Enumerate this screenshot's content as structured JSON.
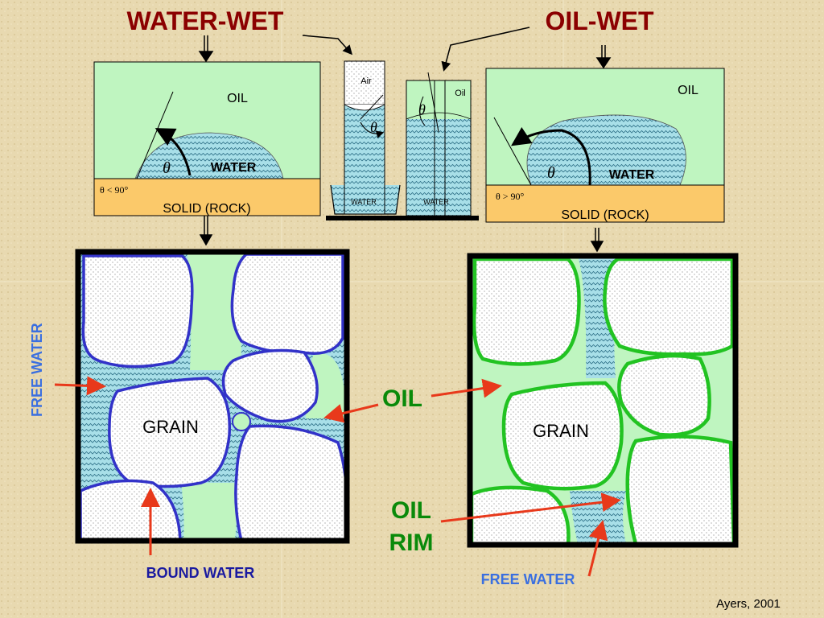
{
  "titles": {
    "water_wet": "WATER-WET",
    "oil_wet": "OIL-WET"
  },
  "top_left": {
    "oil": "OIL",
    "water": "WATER",
    "angle": "θ < 90°",
    "solid": "SOLID (ROCK)",
    "theta": "θ"
  },
  "top_right": {
    "oil": "OIL",
    "water": "WATER",
    "angle": "θ > 90°",
    "solid": "SOLID (ROCK)",
    "theta": "θ"
  },
  "tubes": {
    "air": "Air",
    "oil": "Oil",
    "water_left": "WATER",
    "water_right": "WATER",
    "theta": "θ"
  },
  "left_pore": {
    "grain": "GRAIN",
    "free_water": "FREE WATER",
    "bound_water": "BOUND WATER"
  },
  "right_pore": {
    "grain": "GRAIN",
    "oil": "OIL",
    "oil_rim_1": "OIL",
    "oil_rim_2": "RIM",
    "free_water": "FREE WATER"
  },
  "credit": "Ayers, 2001",
  "colors": {
    "title_red": "#8b0000",
    "oil_green": "#bff5c0",
    "water_blue": "#a8dfe8",
    "rock_orange": "#fbc96a",
    "water_wet_outline": "#3232c8",
    "oil_wet_outline": "#22c322",
    "label_green": "#0a8a0a",
    "label_blue": "#3a6fe0",
    "label_navy": "#1a1aa0",
    "arrow_red": "#e8391b"
  }
}
